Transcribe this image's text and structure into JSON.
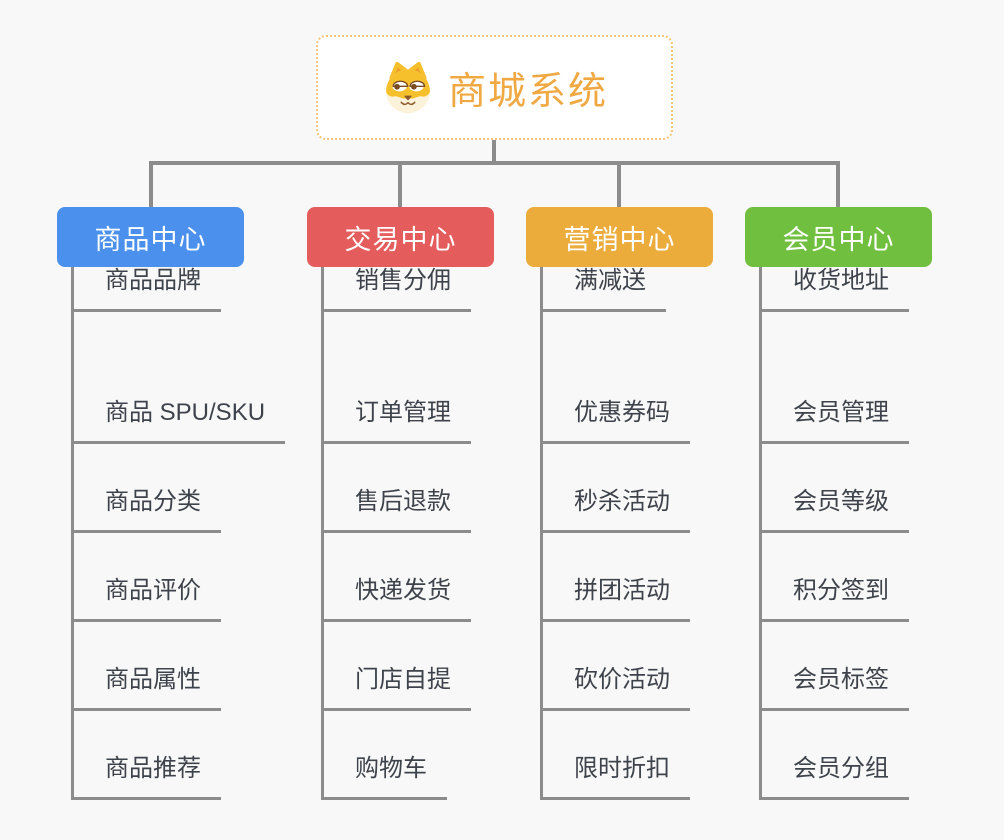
{
  "root": {
    "title": "商城系统",
    "icon": "dog-face-icon",
    "title_color": "#F0A843",
    "border_color": "#F5C47A"
  },
  "connector_color": "#8C8C8C",
  "branches": [
    {
      "label": "商品中心",
      "color": "#4A90EC",
      "items": [
        "商品 SPU/SKU",
        "商品分类",
        "商品评价",
        "商品属性",
        "商品推荐",
        "商品品牌"
      ]
    },
    {
      "label": "交易中心",
      "color": "#E55C5C",
      "items": [
        "订单管理",
        "售后退款",
        "快递发货",
        "门店自提",
        "购物车",
        "销售分佣"
      ]
    },
    {
      "label": "营销中心",
      "color": "#EBAC3C",
      "items": [
        "优惠券码",
        "秒杀活动",
        "拼团活动",
        "砍价活动",
        "限时折扣",
        "满减送"
      ]
    },
    {
      "label": "会员中心",
      "color": "#70BF3F",
      "items": [
        "会员管理",
        "会员等级",
        "积分签到",
        "会员标签",
        "会员分组",
        "收货地址"
      ]
    }
  ]
}
